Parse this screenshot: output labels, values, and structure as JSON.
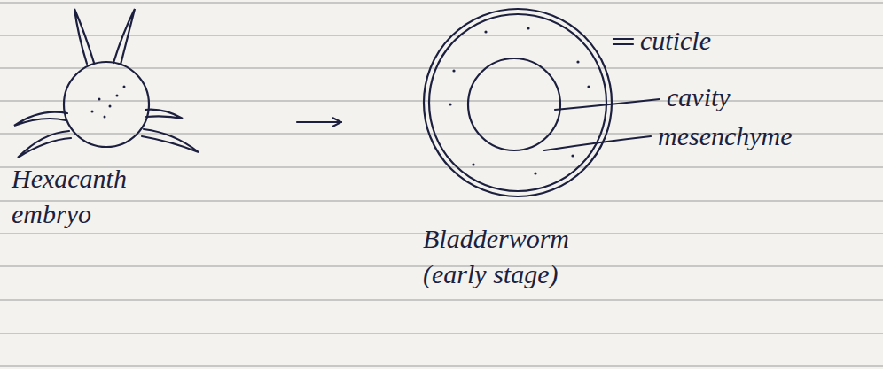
{
  "diagram": {
    "nodes": [
      {
        "text": [
          "Hexacanth embryo"
        ]
      },
      {
        "text": [
          "Bladderworm (early stage)"
        ]
      }
    ],
    "edges": [
      {
        "from": 0,
        "to": 1,
        "arrow": "to"
      }
    ],
    "labels": [
      "cuticle",
      "cavity",
      "mesenchyme"
    ]
  }
}
